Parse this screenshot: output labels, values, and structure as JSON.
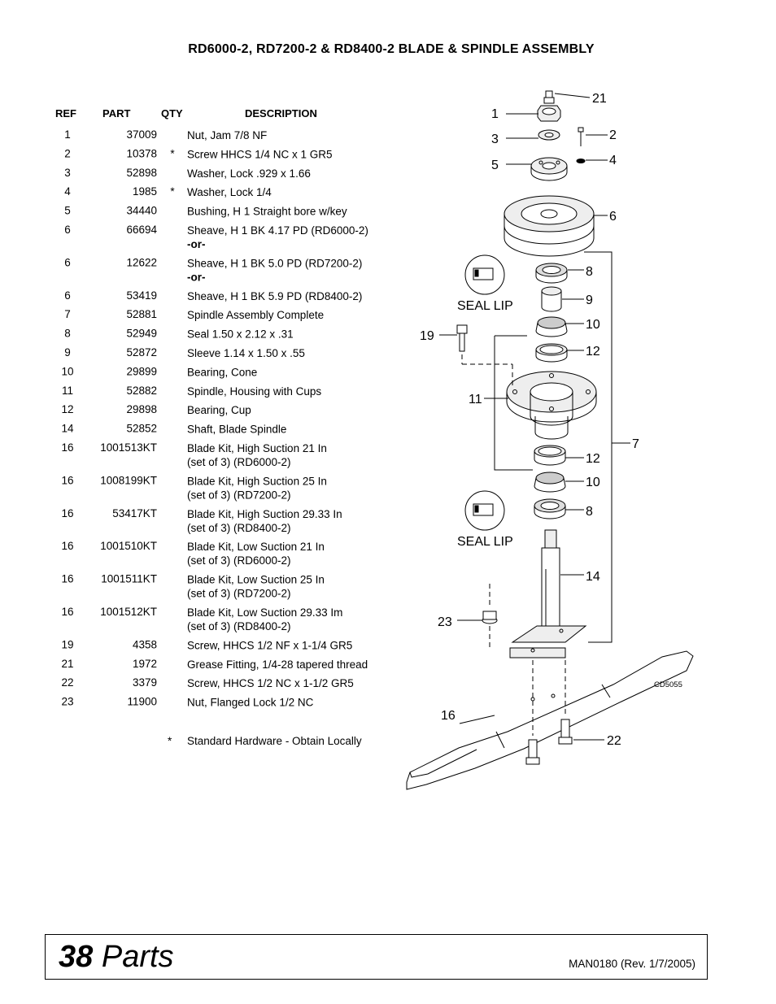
{
  "title": "RD6000-2, RD7200-2 & RD8400-2  BLADE & SPINDLE ASSEMBLY",
  "table": {
    "headers": {
      "ref": "REF",
      "part": "PART",
      "qty": "QTY",
      "desc": "DESCRIPTION"
    },
    "rows": [
      {
        "ref": "1",
        "part": "37009",
        "qty": "",
        "desc": "Nut, Jam 7/8 NF",
        "desc2": "",
        "or": ""
      },
      {
        "ref": "2",
        "part": "10378",
        "qty": "*",
        "desc": "Screw HHCS 1/4 NC x 1 GR5",
        "desc2": "",
        "or": ""
      },
      {
        "ref": "3",
        "part": "52898",
        "qty": "",
        "desc": "Washer, Lock .929 x 1.66",
        "desc2": "",
        "or": ""
      },
      {
        "ref": "4",
        "part": "1985",
        "qty": "*",
        "desc": "Washer, Lock 1/4",
        "desc2": "",
        "or": ""
      },
      {
        "ref": "5",
        "part": "34440",
        "qty": "",
        "desc": "Bushing, H 1 Straight bore w/key",
        "desc2": "",
        "or": ""
      },
      {
        "ref": "6",
        "part": "66694",
        "qty": "",
        "desc": "Sheave, H 1 BK 4.17 PD (RD6000-2)",
        "desc2": "",
        "or": "-or-"
      },
      {
        "ref": "6",
        "part": "12622",
        "qty": "",
        "desc": "Sheave, H 1 BK 5.0 PD (RD7200-2)",
        "desc2": "",
        "or": "-or-"
      },
      {
        "ref": "6",
        "part": "53419",
        "qty": "",
        "desc": "Sheave, H 1 BK 5.9 PD (RD8400-2)",
        "desc2": "",
        "or": ""
      },
      {
        "ref": "7",
        "part": "52881",
        "qty": "",
        "desc": "Spindle Assembly Complete",
        "desc2": "",
        "or": ""
      },
      {
        "ref": "8",
        "part": "52949",
        "qty": "",
        "desc": "Seal 1.50 x 2.12 x .31",
        "desc2": "",
        "or": ""
      },
      {
        "ref": "9",
        "part": "52872",
        "qty": "",
        "desc": "Sleeve 1.14 x 1.50 x .55",
        "desc2": "",
        "or": ""
      },
      {
        "ref": "10",
        "part": "29899",
        "qty": "",
        "desc": "Bearing, Cone",
        "desc2": "",
        "or": ""
      },
      {
        "ref": "11",
        "part": "52882",
        "qty": "",
        "desc": "Spindle, Housing with Cups",
        "desc2": "",
        "or": ""
      },
      {
        "ref": "12",
        "part": "29898",
        "qty": "",
        "desc": "Bearing, Cup",
        "desc2": "",
        "or": ""
      },
      {
        "ref": "14",
        "part": "52852",
        "qty": "",
        "desc": "Shaft, Blade Spindle",
        "desc2": "",
        "or": ""
      },
      {
        "ref": "16",
        "part": "1001513KT",
        "qty": "",
        "desc": "Blade Kit, High Suction 21 In",
        "desc2": "(set of 3) (RD6000-2)",
        "or": ""
      },
      {
        "ref": "16",
        "part": "1008199KT",
        "qty": "",
        "desc": "Blade Kit, High Suction 25 In",
        "desc2": "(set of 3) (RD7200-2)",
        "or": ""
      },
      {
        "ref": "16",
        "part": "53417KT",
        "qty": "",
        "desc": "Blade Kit, High Suction 29.33 In",
        "desc2": "(set of 3) (RD8400-2)",
        "or": ""
      },
      {
        "ref": "16",
        "part": "1001510KT",
        "qty": "",
        "desc": "Blade Kit, Low Suction 21 In",
        "desc2": "(set of 3) (RD6000-2)",
        "or": ""
      },
      {
        "ref": "16",
        "part": "1001511KT",
        "qty": "",
        "desc": "Blade Kit, Low Suction 25 In",
        "desc2": "(set of 3) (RD7200-2)",
        "or": ""
      },
      {
        "ref": "16",
        "part": "1001512KT",
        "qty": "",
        "desc": "Blade Kit, Low Suction 29.33 Im",
        "desc2": "(set of 3) (RD8400-2)",
        "or": ""
      },
      {
        "ref": "19",
        "part": "4358",
        "qty": "",
        "desc": "Screw, HHCS 1/2 NF x 1-1/4 GR5",
        "desc2": "",
        "or": ""
      },
      {
        "ref": "21",
        "part": "1972",
        "qty": "",
        "desc": "Grease Fitting, 1/4-28 tapered thread",
        "desc2": "",
        "or": ""
      },
      {
        "ref": "22",
        "part": "3379",
        "qty": "",
        "desc": "Screw, HHCS 1/2 NC x 1-1/2 GR5",
        "desc2": "",
        "or": ""
      },
      {
        "ref": "23",
        "part": "11900",
        "qty": "",
        "desc": "Nut, Flanged Lock 1/2 NC",
        "desc2": "",
        "or": ""
      }
    ]
  },
  "footnote": {
    "symbol": "*",
    "text": "Standard Hardware - Obtain Locally"
  },
  "diagram": {
    "callouts": [
      "21",
      "1",
      "2",
      "3",
      "4",
      "5",
      "6",
      "8",
      "9",
      "10",
      "12",
      "19",
      "11",
      "7",
      "12",
      "10",
      "8",
      "14",
      "23",
      "16",
      "22"
    ],
    "seal_lip_label": "SEAL LIP",
    "figure_code": "CD5055"
  },
  "footer": {
    "page_number": "38",
    "section": "Parts",
    "revision": "MAN0180 (Rev. 1/7/2005)"
  }
}
